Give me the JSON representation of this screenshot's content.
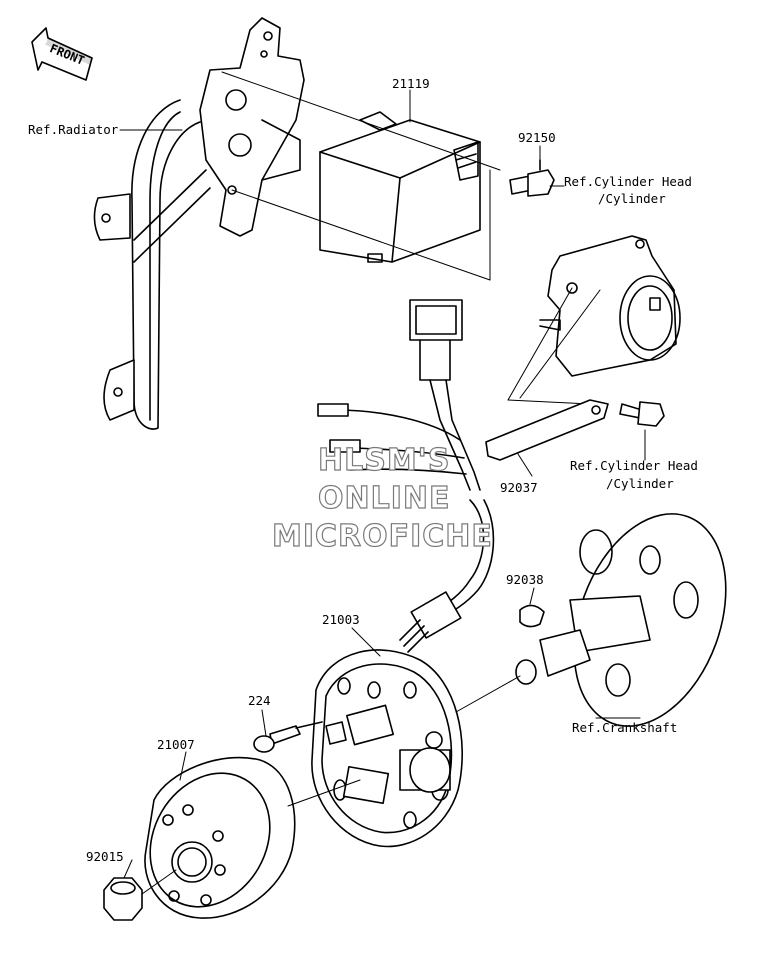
{
  "front_label": "FRONT",
  "labels": {
    "ref_radiator": "Ref.Radiator",
    "p21119": "21119",
    "p92150": "92150",
    "ref_cyl_head_1a": "Ref.Cylinder Head",
    "ref_cyl_head_1b": "/Cylinder",
    "ref_cyl_head_2a": "Ref.Cylinder Head",
    "ref_cyl_head_2b": "/Cylinder",
    "p92037": "92037",
    "p92038": "92038",
    "p21003": "21003",
    "p224": "224",
    "p21007": "21007",
    "p92015": "92015",
    "ref_crankshaft": "Ref.Crankshaft"
  },
  "watermark": {
    "line1": "HLSM'S",
    "line2": "ONLINE",
    "line3": "MICROFICHE"
  }
}
